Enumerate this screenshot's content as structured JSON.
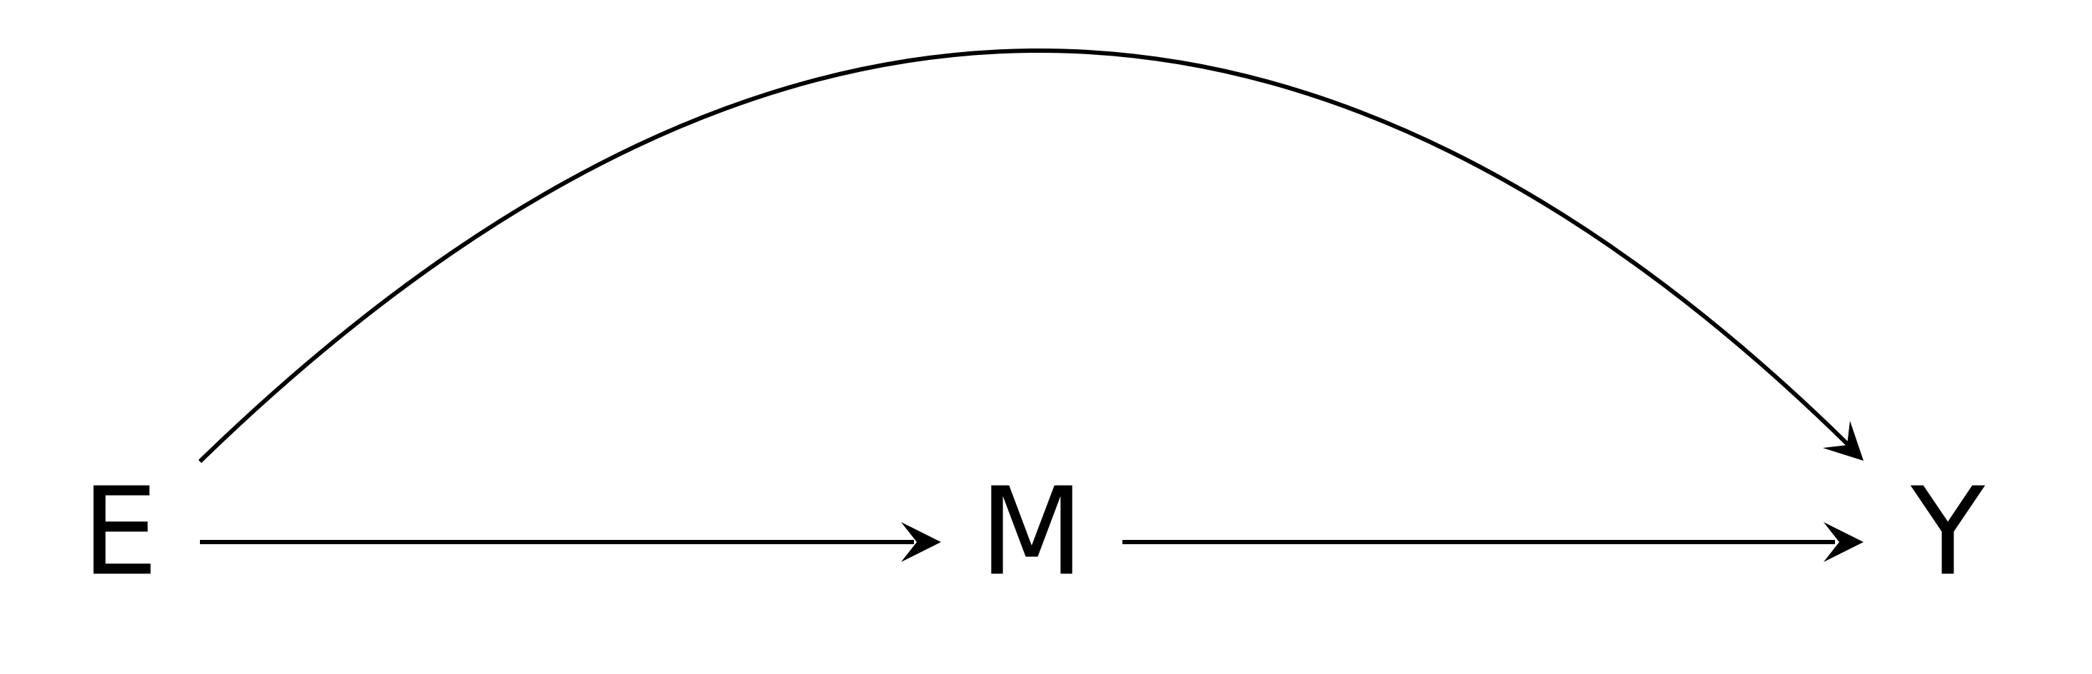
{
  "nodes": {
    "e": {
      "label": "E"
    },
    "m": {
      "label": "M"
    },
    "y": {
      "label": "Y"
    }
  },
  "edges": [
    {
      "from": "E",
      "to": "M"
    },
    {
      "from": "M",
      "to": "Y"
    },
    {
      "from": "E",
      "to": "Y"
    }
  ],
  "colors": {
    "stroke": "#000000",
    "background": "#ffffff"
  }
}
